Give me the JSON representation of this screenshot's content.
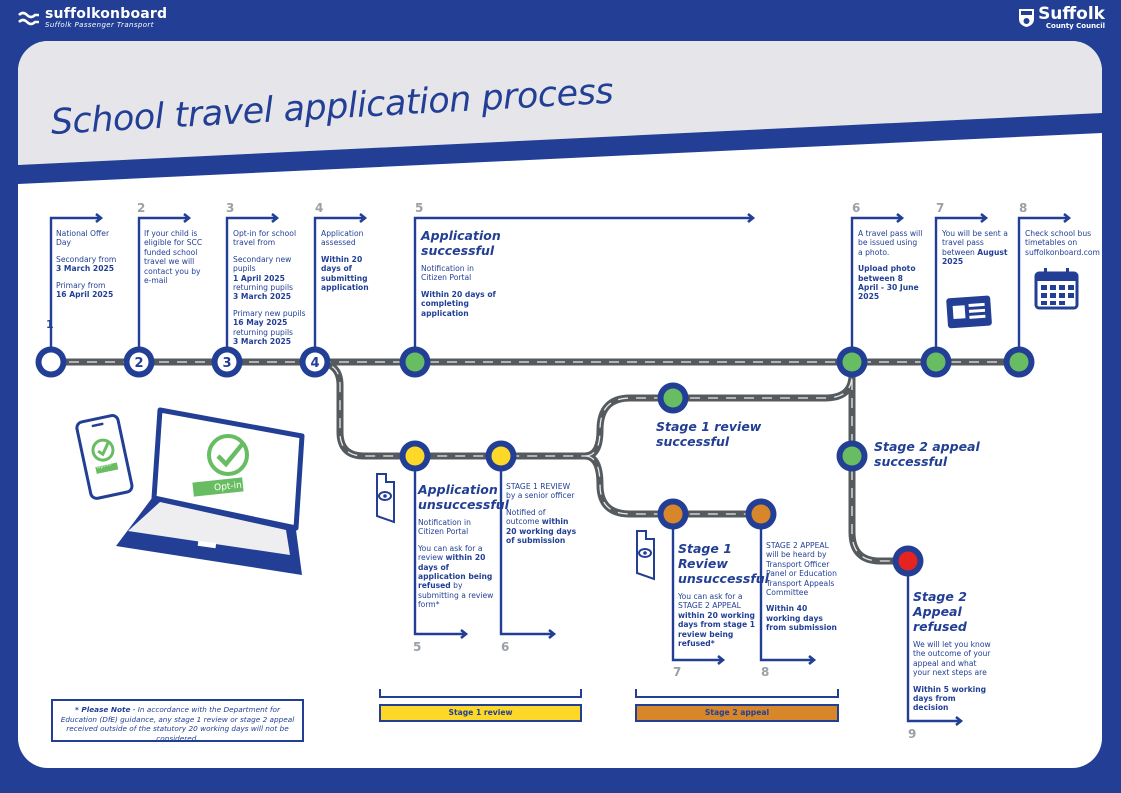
{
  "header": {
    "brand_name": "suffolkonboard",
    "brand_tagline": "Suffolk Passenger Transport",
    "council_name": "Suffolk",
    "council_sub": "County Council"
  },
  "title": "School travel application process",
  "colors": {
    "brand_blue": "#223f95",
    "road": "#555a5e",
    "success_green": "#68bd63",
    "review_yellow": "#fdd829",
    "appeal_orange": "#d8862a",
    "refused_red": "#e52421",
    "step_number_grey": "#9aa0a8"
  },
  "main_steps": [
    {
      "number": "1",
      "lines": [
        {
          "text": "National Offer Day",
          "bold": false
        },
        {
          "text": "Secondary from",
          "bold": false
        },
        {
          "text": "3 March 2025",
          "bold": true
        },
        {
          "text": "Primary from",
          "bold": false
        },
        {
          "text": "16 April 2025",
          "bold": true
        }
      ]
    },
    {
      "number": "2",
      "text": "If your child is eligible for SCC funded school travel we will contact you by e-mail"
    },
    {
      "number": "3",
      "intro": "Opt-in for school travel from",
      "secondary_label": "Secondary new pupils",
      "secondary_new": "1 April 2025",
      "secondary_returning_label": "returning pupils",
      "secondary_returning": "3 March 2025",
      "primary_label": "Primary new pupils",
      "primary_new": "16 May 2025",
      "primary_returning_label": "returning pupils",
      "primary_returning": "3 March 2025"
    },
    {
      "number": "4",
      "intro": "Application assessed",
      "deadline": "Within 20 days of submitting application"
    },
    {
      "number": "5",
      "heading": "Application successful",
      "intro": "Notification in Citizen Portal",
      "deadline": "Within 20 days of completing application"
    },
    {
      "number": "6",
      "intro": "A travel pass will be issued using a photo.",
      "deadline": "Upload photo between 8 April - 30 June 2025"
    },
    {
      "number": "7",
      "intro": "You will be sent a travel pass between",
      "deadline": "August 2025"
    },
    {
      "number": "8",
      "text": "Check school bus timetables on suffolkonboard.com"
    }
  ],
  "branch_steps": {
    "app_unsuccessful": {
      "number": "5",
      "heading": "Application unsuccessful",
      "intro": "Notification in Citizen Portal",
      "ask": "You can ask for a review",
      "ask_bold": "within 20 days of application being refused",
      "ask_tail": "by submitting a review form*"
    },
    "stage1_review": {
      "number": "6",
      "intro": "STAGE 1 REVIEW by a senior officer",
      "notified": "Notified of outcome",
      "notified_bold": "within 20 working days of submission"
    },
    "stage1_unsuccessful": {
      "number": "7",
      "heading": "Stage 1 Review unsuccessful",
      "ask": "You can ask for a STAGE 2 APPEAL",
      "ask_bold": "within 20 working days from stage 1 review being refused*"
    },
    "stage2_appeal": {
      "number": "8",
      "intro": "STAGE 2 APPEAL will be heard by Transport Officer Panel or Education Transport Appeals Committee",
      "deadline": "Within 40 working days from submission"
    },
    "stage2_refused": {
      "number": "9",
      "heading": "Stage 2 Appeal refused",
      "intro": "We will let you know the outcome of your appeal and what your next steps are",
      "deadline": "Within 5 working days from decision"
    }
  },
  "outcome_labels": {
    "stage1_success": "Stage 1 review successful",
    "stage2_success": "Stage 2 appeal successful"
  },
  "stations_main": [
    "",
    "2",
    "3",
    "4"
  ],
  "devices": {
    "phone_button": "Opt-in",
    "laptop_button": "Opt-in"
  },
  "bars": {
    "stage1": "Stage 1 review",
    "stage2": "Stage 2 appeal"
  },
  "note": {
    "lead": "* Please Note",
    "text": " - In accordance with the Department for Education (DfE) guidance, any stage 1 review or stage 2 appeal received outside of the statutory 20 working days will not be considered."
  }
}
